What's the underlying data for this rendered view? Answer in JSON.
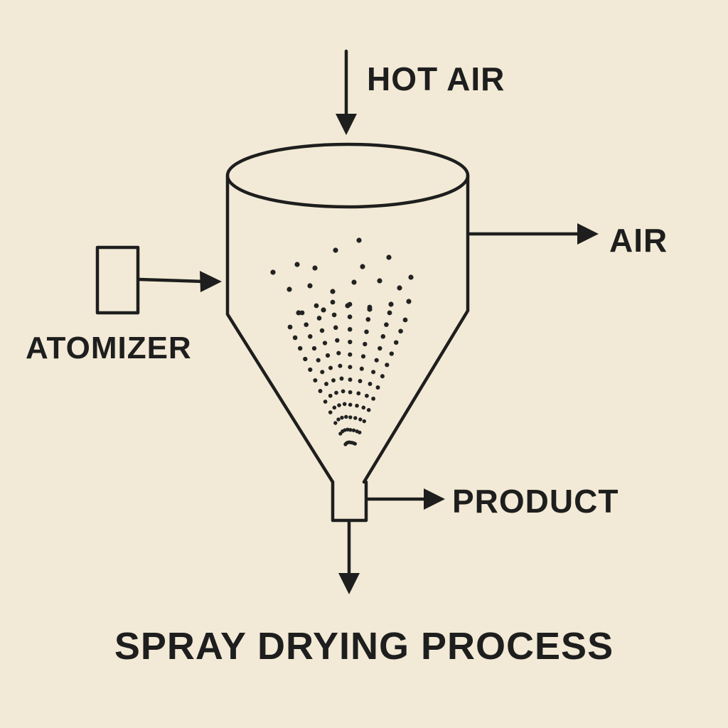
{
  "labels": {
    "hot_air": "HOT AIR",
    "air": "AIR",
    "atomizer": "ATOMIZER",
    "product": "PRODUCT",
    "title": "SPRAY DRYING PROCESS"
  },
  "colors": {
    "background": "#f2ead6",
    "ink": "#1e1e1e"
  }
}
